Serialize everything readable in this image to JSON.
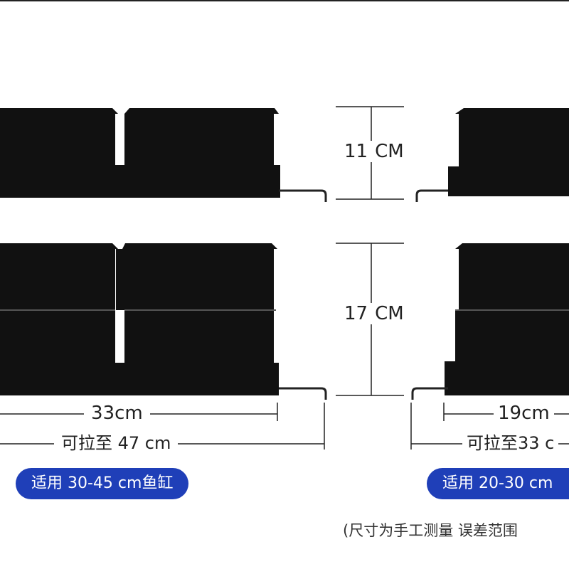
{
  "left_product": {
    "small_height": "11",
    "small_height_unit": "CM",
    "large_height": "17",
    "large_height_unit": "CM",
    "width": "33cm",
    "extendable_width": "可拉至 47 cm",
    "usage_badge": "适用 30-45 cm鱼缸"
  },
  "right_product": {
    "width": "19cm",
    "extendable_width": "可拉至33 c",
    "usage_badge": "适用 20-30 cm"
  },
  "footnote": "(尺寸为手工测量 误差范围",
  "colors": {
    "box_fill": "#111111",
    "badge_blue": "#1f3fb8",
    "line": "#222222"
  }
}
